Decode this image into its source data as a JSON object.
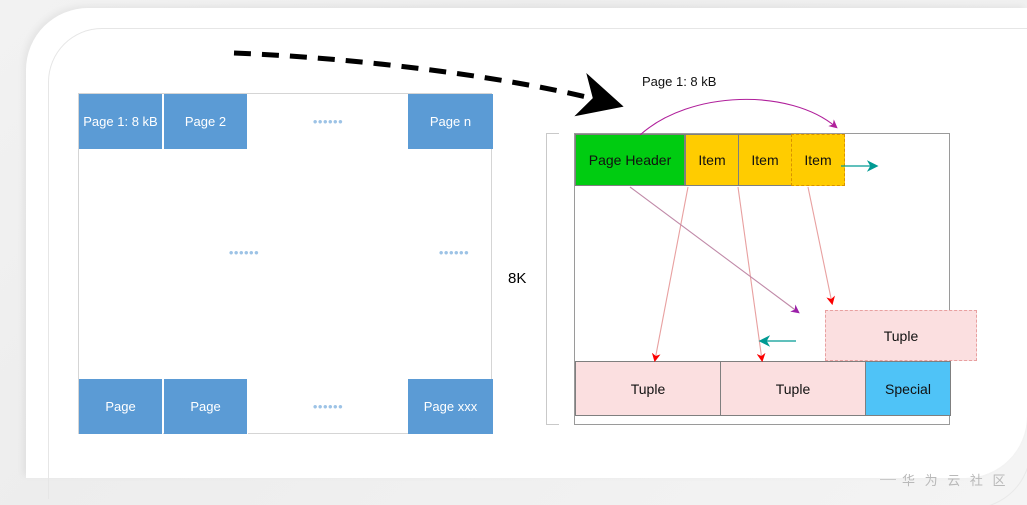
{
  "watermark": {
    "text": "华 为 云 社 区"
  },
  "left_diagram": {
    "name": "page-array",
    "top_row": [
      {
        "label": "Page 1: 8 kB"
      },
      {
        "label": "Page 2"
      },
      {
        "label": "Page n"
      }
    ],
    "bottom_row": [
      {
        "label": "Page"
      },
      {
        "label": "Page"
      },
      {
        "label": "Page xxx"
      }
    ],
    "ellipsis": "••••••",
    "ellipsis_top": "••••••",
    "ellipsis_middle_left": "••••••",
    "ellipsis_middle_right": "••••••",
    "ellipsis_bottom": "••••••"
  },
  "right_diagram": {
    "name": "page-internal-layout",
    "title": "Page 1: 8 kB",
    "size_label": "8K",
    "header_segment": {
      "label": "Page Header"
    },
    "item_segments": [
      {
        "label": "Item",
        "dashed": false
      },
      {
        "label": "Item",
        "dashed": false
      },
      {
        "label": "Item",
        "dashed": true
      }
    ],
    "floating_tuple": {
      "label": "Tuple",
      "dashed": true
    },
    "bottom_segments": [
      {
        "label": "Tuple",
        "type": "tuple"
      },
      {
        "label": "Tuple",
        "type": "tuple"
      },
      {
        "label": "Special",
        "type": "special"
      }
    ]
  },
  "colors": {
    "page_blue": "#5b9bd5",
    "header_green": "#00cc11",
    "item_yellow": "#ffcc00",
    "tuple_pink": "#fbdfe0",
    "special_blue": "#4fc3f7",
    "pointer_pink": "#e8a0a0",
    "pointer_red": "#ff0000",
    "pointer_purple": "#a020a0",
    "pointer_teal": "#009999",
    "dashed_arrow_black": "#000000",
    "curve_magenta": "#b03090"
  }
}
